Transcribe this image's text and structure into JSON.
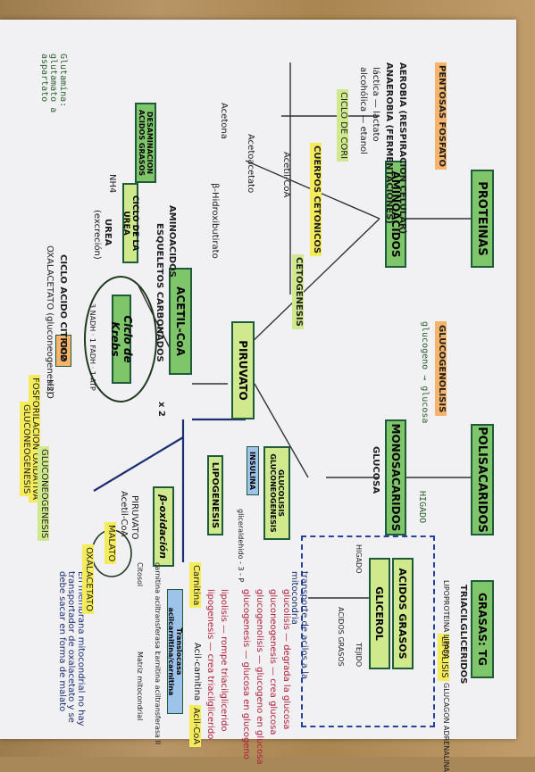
{
  "top": {
    "proteinas": "PROTEINAS",
    "polisacaridos": "POLISACARIDOS",
    "grasas": "GRASAS: TG",
    "trigliceridos": "TRIACILGLICERIDOS",
    "aminoacidos": "AMINOACIDOS",
    "monosacaridos": "MONOSACARIDOS",
    "glucosa": "GLUCOSA",
    "acidos_grasos": "ACIDOS GRASOS",
    "glicerol": "GLICEROL",
    "glucogenolisis": "GLUCOGENOLISIS",
    "glucogenesis_note": "glucogeno → glucosa",
    "lipolisis": "LIPOLISIS",
    "lipoproteina": "LIPOPROTEINA LIPASA",
    "glucagon": "GLUCAGON ADRENALINA",
    "higado": "HIGADO",
    "tejido": "TEJIDO",
    "acidos_grasos_small": "ACIDOS GRASOS"
  },
  "center": {
    "piruvato": "PIRUVATO",
    "acetil": "ACETIL-CoA",
    "krebs": "Ciclo de Krebs",
    "krebs_out": "3 NADH · 1 FADH · 1 ATP",
    "co2": "CO2",
    "h2o": "H2O",
    "glucolisis": "GLUCOLISIS GLUCONEOGENESIS",
    "insulina": "INSULINA",
    "gliceraldehido": "gliceraldehido - 3 - P",
    "lipogenesis": "LIPOGENESIS",
    "beta_ox": "β-oxidación",
    "x2": "x 2",
    "cetogenesis": "CETOGENESIS",
    "cuerpos": "CUERPOS CETONICOS",
    "fosforilacion": "FOSFORILACION OXIDATIVA",
    "gluconeogenesis_lbl": "GLUCONEOGENESIS"
  },
  "left": {
    "pentosas": "PENTOSAS FOSFATO",
    "aerobia": "AEROBIA (RESPIRACION CELULAR)",
    "anaerobia": "ANAEROBIA (FERMENTACIONES)",
    "lactica": "láctica — lactato",
    "alcoholica": "alcohólica — etanol",
    "ciclo_cori": "CICLO DE CORI",
    "desaminacion": "DESAMINACION ACIDOS GRASOS",
    "ciclo_urea": "CICLO DE LA UREA",
    "urea": "UREA",
    "excrecion": "(excreción)",
    "ciclo_citrico": "CICLO ACIDO CITRICO",
    "oxalacetato": "OXALACETATO (gluconeogenesis)",
    "aminoacidos2": "AMINOACIDOS",
    "esqueletos": "ESQUELETOS CARBONADOS",
    "nh4": "NH4",
    "acetil_coa": "Acetil-CoA",
    "acetoacetato": "Acetoacetato",
    "acetona": "Acetona",
    "hidroxibutirato": "β-Hidroxibutirato",
    "glutamina": "Glutamina: glutamato a aspartato"
  },
  "right": {
    "glucolisis_def": "glucolisis — degrada la glucosa",
    "gluconeo_def": "gluconeogenesis — crea glucosa",
    "glucogenolisis_def": "glucogenolisis — glucogeno en glucosa",
    "glucogenesis_def": "glucogenesis — glucosa en glucogeno",
    "lipolisis_def": "lipolisis — rompe triacilglicerido",
    "lipogenesis_def": "lipogenesis — crea triacilglicerido",
    "transporte": "transporte de acilos a la mitocondria",
    "membrana": "En membrana mitocondrial no hay transportador de oxalacetato y se debe sacar en forma de malato",
    "translocasa": "Translocasa acilcarnitina/carnitina",
    "carnitina": "Carnitina",
    "acil_carnitina": "Acil-carnitina",
    "cpt1": "carnitina aciltransferasa I",
    "cpt2": "carnitina aciltransferasa II",
    "acil_coa": "Acil-CoA",
    "citosol": "Citosol",
    "matriz": "Matriz mitocondrial",
    "malato": "MALATO",
    "oxal2": "OXALACETATO",
    "piruvato2": "PIRUVATO",
    "acetil2": "Acetil-CoA",
    "gluconeo2": "GLUCONEOGENESIS"
  }
}
